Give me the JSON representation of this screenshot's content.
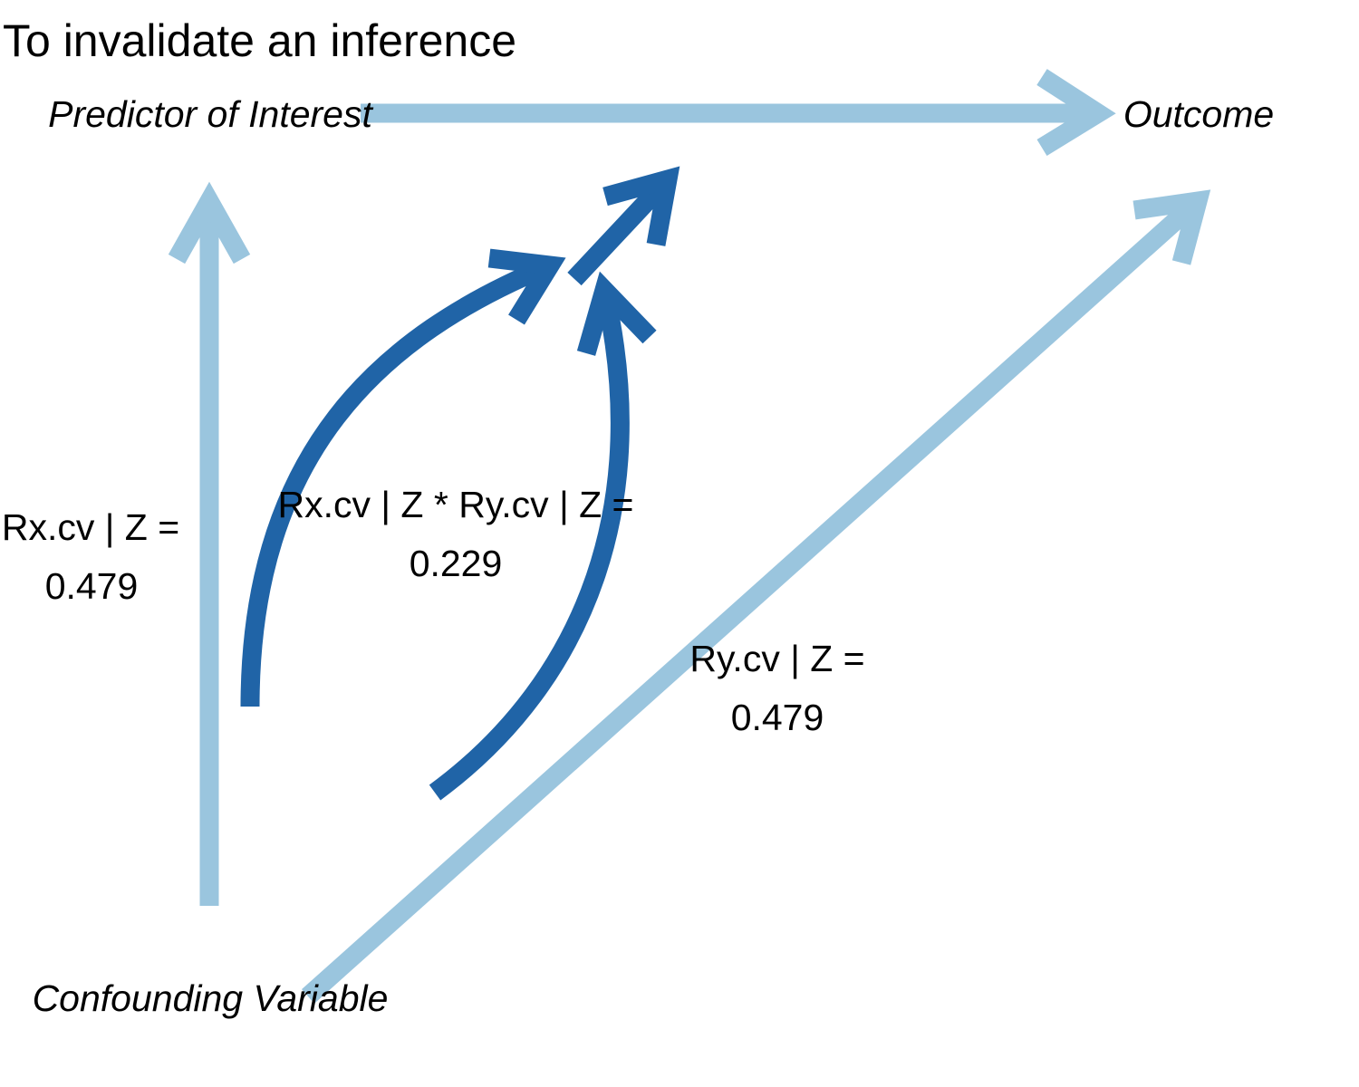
{
  "title": "To invalidate an inference",
  "nodes": {
    "predictor": "Predictor of Interest",
    "outcome": "Outcome",
    "confounder": "Confounding Variable"
  },
  "edges": {
    "rx": {
      "label": "Rx.cv | Z =",
      "value": "0.479"
    },
    "product": {
      "label": "Rx.cv | Z * Ry.cv | Z =",
      "value": "0.229"
    },
    "ry": {
      "label": "Ry.cv | Z =",
      "value": "0.479"
    }
  },
  "colors": {
    "light_arrow": "#9ac5de",
    "dark_arrow": "#2064a7",
    "text": "#000000",
    "background": "#ffffff"
  }
}
